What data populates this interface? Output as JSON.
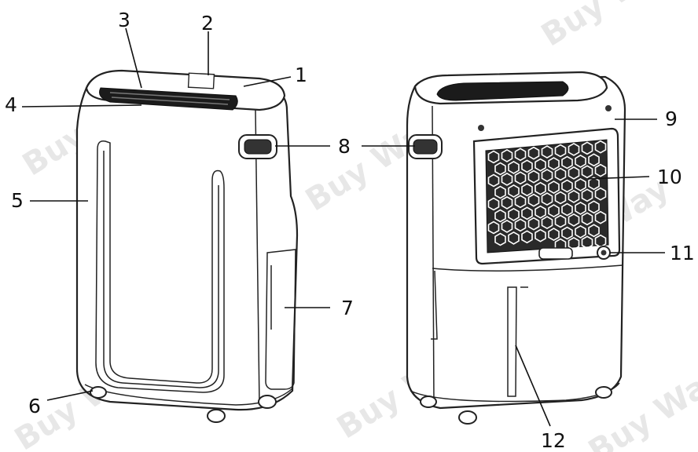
{
  "diagram": {
    "watermark": "Buy Way",
    "callouts": [
      {
        "id": "1",
        "label": "1"
      },
      {
        "id": "2",
        "label": "2"
      },
      {
        "id": "3",
        "label": "3"
      },
      {
        "id": "4",
        "label": "4"
      },
      {
        "id": "5",
        "label": "5"
      },
      {
        "id": "6",
        "label": "6"
      },
      {
        "id": "7",
        "label": "7"
      },
      {
        "id": "8",
        "label": "8"
      },
      {
        "id": "9",
        "label": "9"
      },
      {
        "id": "10",
        "label": "10"
      },
      {
        "id": "11",
        "label": "11"
      },
      {
        "id": "12",
        "label": "12"
      }
    ]
  }
}
